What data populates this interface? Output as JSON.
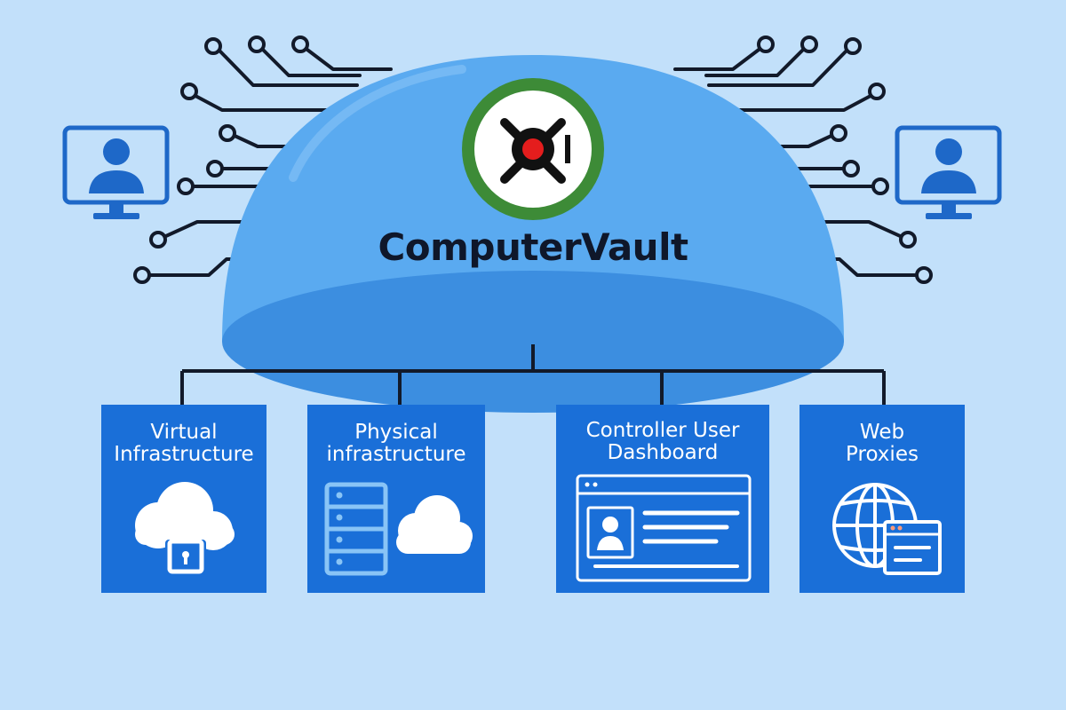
{
  "brand": {
    "name": "ComputerVault",
    "logo_icon": "vault-dial-icon",
    "ring_color": "#3d8b37",
    "dot_color": "#e41d1d"
  },
  "colors": {
    "background": "#c2e0fa",
    "dome": "#5aaaf0",
    "dome_base": "#3c8ee0",
    "box": "#1a6fd8",
    "circuit": "#121a2a",
    "icon_outline": "#ffffff",
    "icon_accent": "#89c4f6",
    "user_icon": "#1e68c8"
  },
  "endpoints": [
    {
      "name": "left-user-monitor",
      "icon": "user-monitor-icon"
    },
    {
      "name": "right-user-monitor",
      "icon": "user-monitor-icon"
    }
  ],
  "components": [
    {
      "id": "virtual",
      "lines": [
        "Virtual",
        "Infrastructure"
      ],
      "icon": "cloud-lock-icon"
    },
    {
      "id": "physical",
      "lines": [
        "Physical",
        "infrastructure"
      ],
      "icon": "server-cloud-icon"
    },
    {
      "id": "dashboard",
      "lines": [
        "Controller User",
        "Dashboard"
      ],
      "icon": "dashboard-window-icon"
    },
    {
      "id": "proxies",
      "lines": [
        "Web",
        "Proxies"
      ],
      "icon": "globe-window-icon"
    }
  ]
}
